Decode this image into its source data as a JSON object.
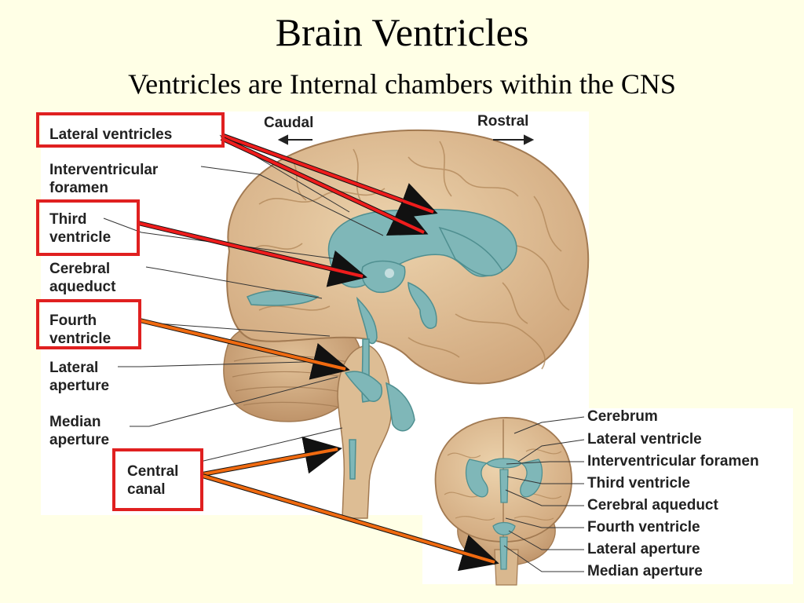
{
  "title": "Brain Ventricles",
  "subtitle": "Ventricles are Internal chambers within the CNS",
  "directions": {
    "caudal": "Caudal",
    "rostral": "Rostral"
  },
  "left_labels": [
    {
      "name": "lateral-ventricles",
      "line1": "Lateral ventricles",
      "line2": ""
    },
    {
      "name": "interventricular-foramen",
      "line1": "Interventricular",
      "line2": "foramen"
    },
    {
      "name": "third-ventricle",
      "line1": "Third",
      "line2": "ventricle"
    },
    {
      "name": "cerebral-aqueduct",
      "line1": "Cerebral",
      "line2": "aqueduct"
    },
    {
      "name": "fourth-ventricle",
      "line1": "Fourth",
      "line2": "ventricle"
    },
    {
      "name": "lateral-aperture",
      "line1": "Lateral",
      "line2": "aperture"
    },
    {
      "name": "median-aperture",
      "line1": "Median",
      "line2": "aperture"
    },
    {
      "name": "central-canal",
      "line1": "Central",
      "line2": "canal"
    }
  ],
  "right_labels": [
    "Cerebrum",
    "Lateral ventricle",
    "Interventricular foramen",
    "Third ventricle",
    "Cerebral aqueduct",
    "Fourth ventricle",
    "Lateral aperture",
    "Median aperture"
  ],
  "colors": {
    "brain": "#e3c49c",
    "ventricle": "#7fb7b8",
    "highlight_box": "#e02020",
    "red_arrow": "#ee1c1c",
    "orange_arrow": "#f06a10",
    "background": "#ffffe6"
  }
}
